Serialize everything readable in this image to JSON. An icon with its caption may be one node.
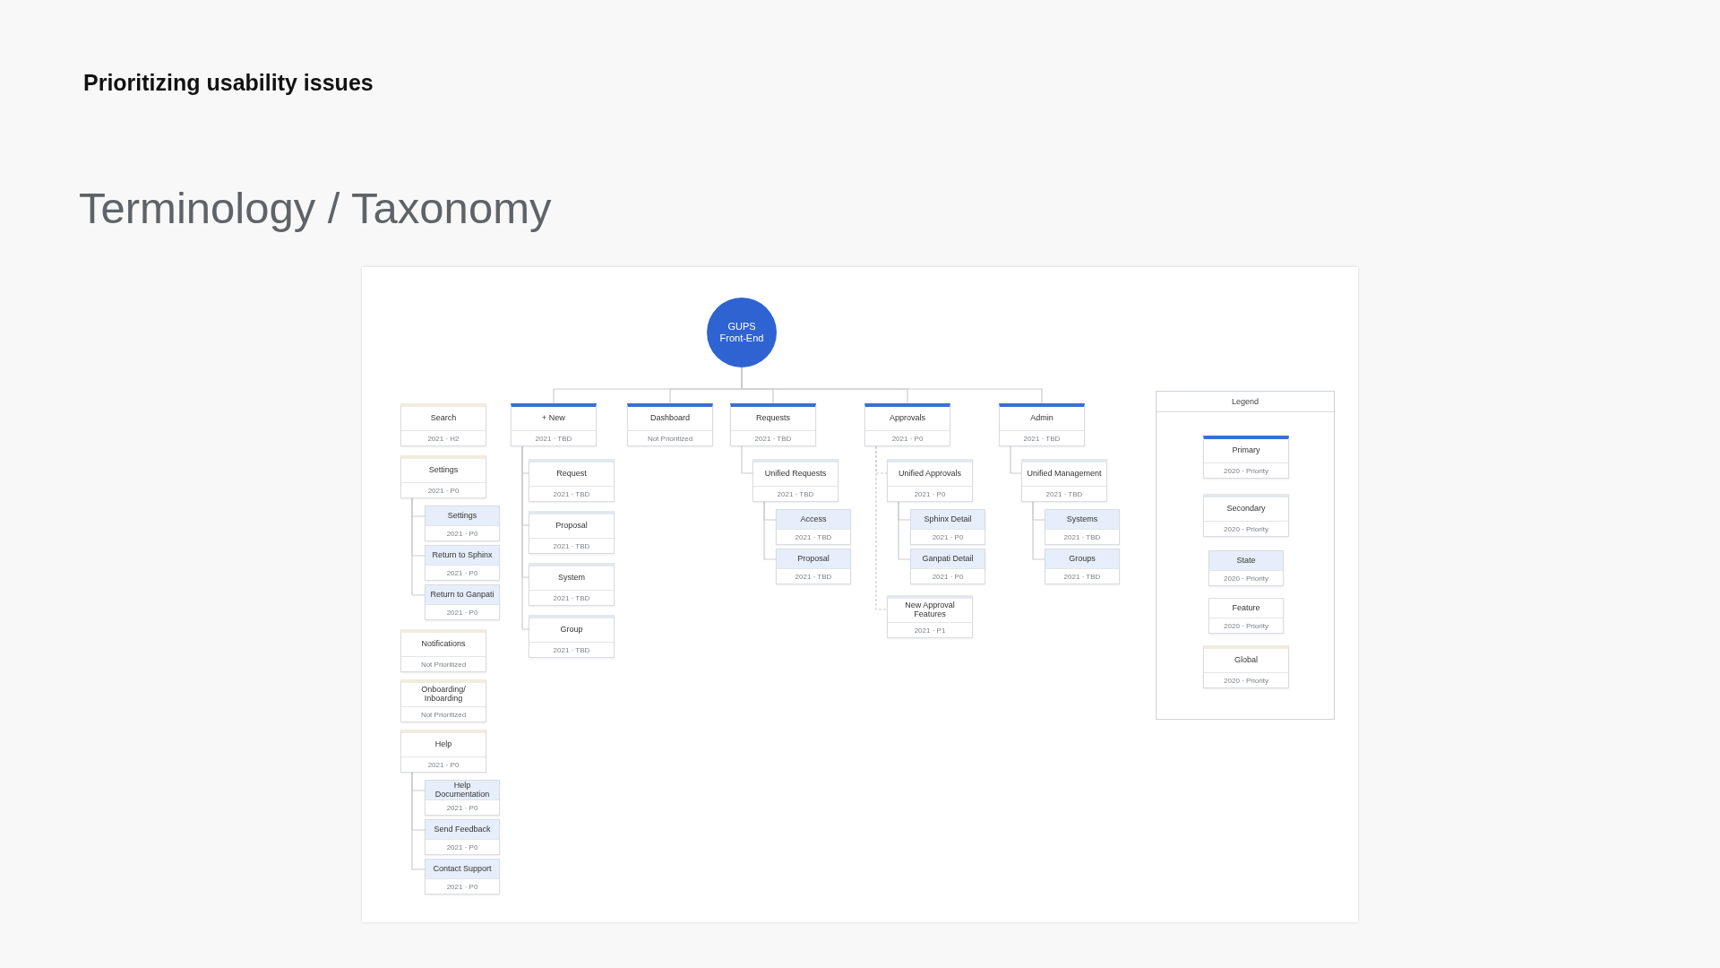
{
  "diagram": {
    "title": "Terminology / Taxonomy",
    "nodes": [
      {
        "text": [
          "GUPS Front-End"
        ]
      },
      {
        "text": [
          "Search",
          "2021 · H2"
        ]
      },
      {
        "text": [
          "Settings",
          "2021 · P0"
        ]
      },
      {
        "text": [
          "Settings",
          "2021 · P0"
        ]
      },
      {
        "text": [
          "Return to Sphinx",
          "2021 · P0"
        ]
      },
      {
        "text": [
          "Return to Ganpati",
          "2021 · P0"
        ]
      },
      {
        "text": [
          "Notifications",
          "Not Prioritized"
        ]
      },
      {
        "text": [
          "Onboarding/ Inboarding",
          "Not Prioritized"
        ]
      },
      {
        "text": [
          "Help",
          "2021 · P0"
        ]
      },
      {
        "text": [
          "Help Documentation",
          "2021 · P0"
        ]
      },
      {
        "text": [
          "Send Feedback",
          "2021 · P0"
        ]
      },
      {
        "text": [
          "Contact Support",
          "2021 · P0"
        ]
      },
      {
        "text": [
          "+ New",
          "2021 · TBD"
        ]
      },
      {
        "text": [
          "Request",
          "2021 · TBD"
        ]
      },
      {
        "text": [
          "Proposal",
          "2021 · TBD"
        ]
      },
      {
        "text": [
          "System",
          "2021 · TBD"
        ]
      },
      {
        "text": [
          "Group",
          "2021 · TBD"
        ]
      },
      {
        "text": [
          "Dashboard",
          "Not Prioritized"
        ]
      },
      {
        "text": [
          "Requests",
          "2021 · TBD"
        ]
      },
      {
        "text": [
          "Unified Requests",
          "2021 · TBD"
        ]
      },
      {
        "text": [
          "Access",
          "2021 · TBD"
        ]
      },
      {
        "text": [
          "Proposal",
          "2021 · TBD"
        ]
      },
      {
        "text": [
          "Approvals",
          "2021 · P0"
        ]
      },
      {
        "text": [
          "Unified Approvals",
          "2021 · P0"
        ]
      },
      {
        "text": [
          "Sphinx Detail",
          "2021 · P0"
        ]
      },
      {
        "text": [
          "Ganpati Detail",
          "2021 · P0"
        ]
      },
      {
        "text": [
          "New Approval Features",
          "2021 · P1"
        ]
      },
      {
        "text": [
          "Admin",
          "2021 · TBD"
        ]
      },
      {
        "text": [
          "Unified Management",
          "2021 · TBD"
        ]
      },
      {
        "text": [
          "Systems",
          "2021 · TBD"
        ]
      },
      {
        "text": [
          "Groups",
          "2021 · TBD"
        ]
      },
      {
        "text": [
          "Legend"
        ]
      },
      {
        "text": [
          "Primary",
          "2020 · Priority"
        ],
        "in": 31
      },
      {
        "text": [
          "Secondary",
          "2020 · Priority"
        ],
        "in": 31
      },
      {
        "text": [
          "State",
          "2020 · Priority"
        ],
        "in": 31
      },
      {
        "text": [
          "Feature",
          "2020 · Priority"
        ],
        "in": 31
      },
      {
        "text": [
          "Global",
          "2020 · Priority"
        ],
        "in": 31
      }
    ],
    "edges": [
      {
        "from": 0,
        "to": 12,
        "arrow": "none"
      },
      {
        "from": 0,
        "to": 17,
        "arrow": "none"
      },
      {
        "from": 0,
        "to": 18,
        "arrow": "none"
      },
      {
        "from": 0,
        "to": 22,
        "arrow": "none"
      },
      {
        "from": 0,
        "to": 27,
        "arrow": "none"
      },
      {
        "from": 2,
        "to": 3,
        "arrow": "none"
      },
      {
        "from": 2,
        "to": 4,
        "arrow": "none"
      },
      {
        "from": 2,
        "to": 5,
        "arrow": "none"
      },
      {
        "from": 8,
        "to": 9,
        "arrow": "none"
      },
      {
        "from": 8,
        "to": 10,
        "arrow": "none"
      },
      {
        "from": 8,
        "to": 11,
        "arrow": "none"
      },
      {
        "from": 12,
        "to": 13,
        "arrow": "none"
      },
      {
        "from": 12,
        "to": 14,
        "arrow": "none"
      },
      {
        "from": 12,
        "to": 15,
        "arrow": "none"
      },
      {
        "from": 12,
        "to": 16,
        "arrow": "none"
      },
      {
        "from": 18,
        "to": 19,
        "arrow": "none"
      },
      {
        "from": 19,
        "to": 20,
        "arrow": "none"
      },
      {
        "from": 19,
        "to": 21,
        "arrow": "none"
      },
      {
        "from": 22,
        "to": 23,
        "arrow": "none",
        "style": "dashed"
      },
      {
        "from": 22,
        "to": 26,
        "arrow": "none",
        "style": "dashed"
      },
      {
        "from": 23,
        "to": 24,
        "arrow": "none"
      },
      {
        "from": 23,
        "to": 25,
        "arrow": "none"
      },
      {
        "from": 27,
        "to": 28,
        "arrow": "none"
      },
      {
        "from": 28,
        "to": 29,
        "arrow": "none"
      },
      {
        "from": 28,
        "to": 30,
        "arrow": "none"
      }
    ],
    "labels": [
      "Prioritizing usability issues"
    ]
  }
}
